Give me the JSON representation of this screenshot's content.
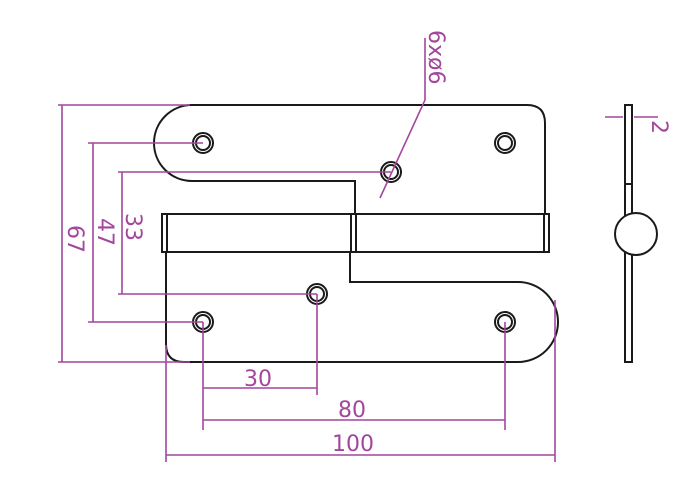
{
  "drawing": {
    "title": "hinge dimension drawing",
    "colors": {
      "outline": "#1a1a1a",
      "dimension": "#a2479c"
    },
    "dimensions": {
      "overall_height": "67",
      "outer_hole_spacing_vertical": "47",
      "inner_hole_spacing_vertical": "33",
      "inner_hole_offset": "30",
      "outer_hole_spacing_horizontal": "80",
      "overall_width": "100",
      "hole_callout": "6xø6",
      "thickness": "2"
    }
  }
}
